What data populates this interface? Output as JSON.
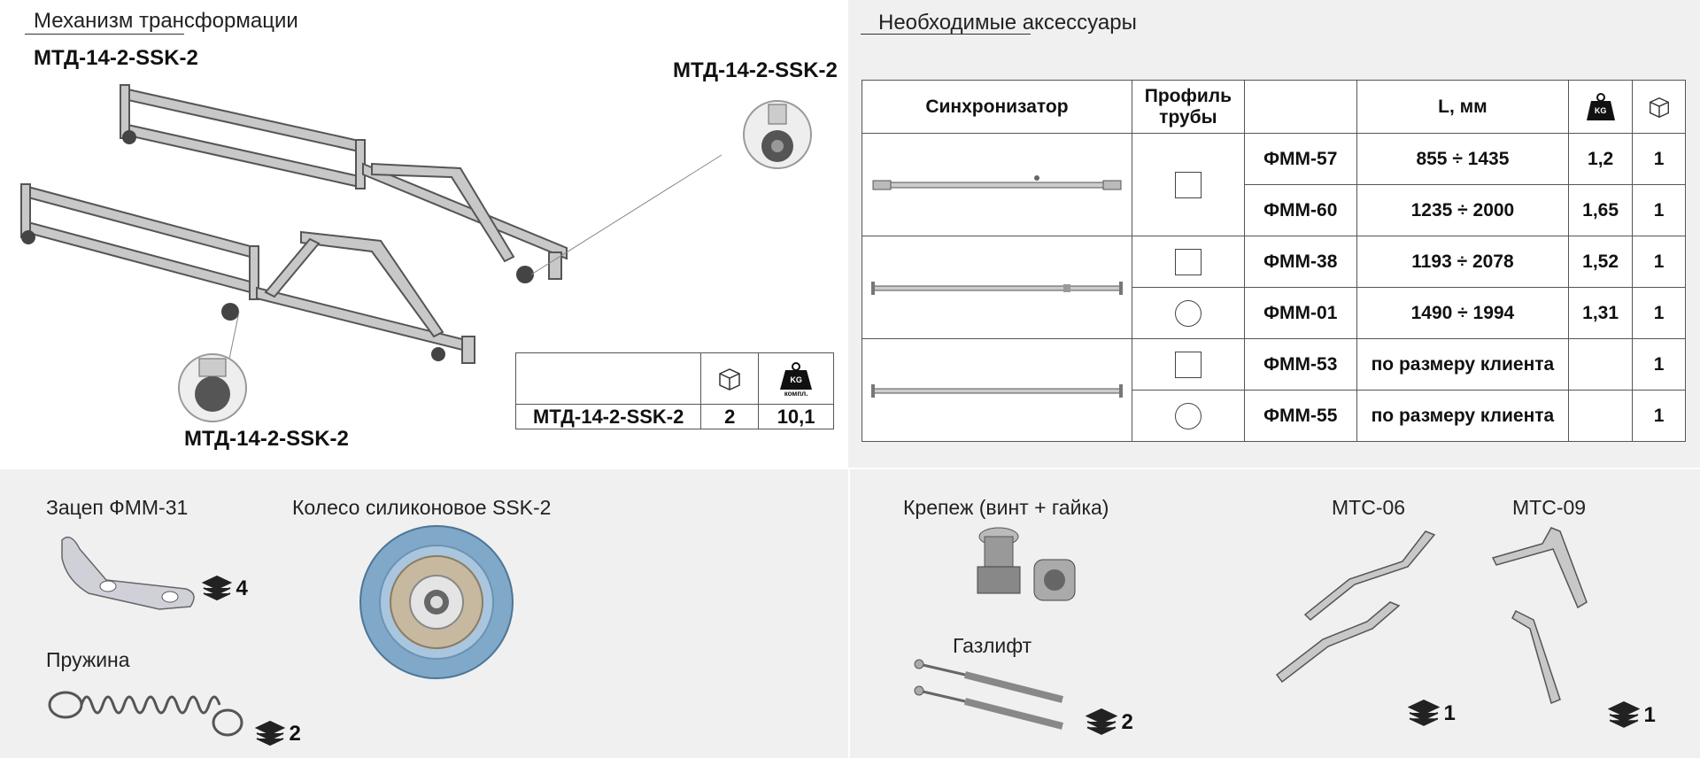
{
  "mechanism": {
    "title": "Механизм трансформации",
    "model_label_top_left": "МТД-14-2-SSK-2",
    "model_label_top_right": "МТД-14-2-SSK-2",
    "model_label_bottom": "МТД-14-2-SSK-2",
    "spec": {
      "model": "МТД-14-2-SSK-2",
      "qty": "2",
      "weight": "10,1",
      "weight_icon_text": "KG",
      "weight_icon_sub": "компл."
    }
  },
  "accessories": {
    "title": "Необходимые аксессуары",
    "headers": {
      "sync": "Синхронизатор",
      "profile": "Профиль трубы",
      "code": "",
      "length": "L, мм",
      "weight_icon": "KG"
    },
    "rows": [
      {
        "code": "ФММ-57",
        "length": "855 ÷ 1435",
        "weight": "1,2",
        "qty": "1",
        "profile": "square"
      },
      {
        "code": "ФММ-60",
        "length": "1235 ÷ 2000",
        "weight": "1,65",
        "qty": "1",
        "profile": ""
      },
      {
        "code": "ФММ-38",
        "length": "1193 ÷ 2078",
        "weight": "1,52",
        "qty": "1",
        "profile": "square"
      },
      {
        "code": "ФММ-01",
        "length": "1490  ÷ 1994",
        "weight": "1,31",
        "qty": "1",
        "profile": "circle"
      },
      {
        "code": "ФММ-53",
        "length": "по размеру клиента",
        "weight": "",
        "qty": "1",
        "profile": "square"
      },
      {
        "code": "ФММ-55",
        "length": "по размеру клиента",
        "weight": "",
        "qty": "1",
        "profile": "circle"
      }
    ]
  },
  "parts_left": {
    "hook": {
      "label": "Зацеп ФММ-31",
      "qty": "4"
    },
    "wheel": {
      "label": "Колесо силиконовое SSK-2"
    },
    "spring": {
      "label": "Пружина",
      "qty": "2"
    }
  },
  "parts_right": {
    "fastener": {
      "label": "Крепеж (винт + гайка)"
    },
    "gaslift": {
      "label": "Газлифт",
      "qty": "2"
    },
    "mtc06": {
      "label": "МТС-06",
      "qty": "1"
    },
    "mtc09": {
      "label": "МТС-09",
      "qty": "1"
    }
  },
  "colors": {
    "panel_bg": "#f0f0f0",
    "metal": "#9a9a9a",
    "wheel_blue": "#7fa8c9"
  }
}
